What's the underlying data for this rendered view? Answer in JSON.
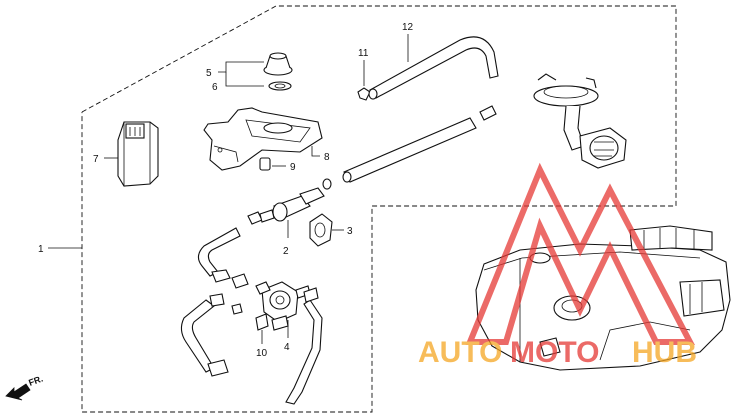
{
  "callouts": [
    {
      "id": "1",
      "label": "1"
    },
    {
      "id": "2",
      "label": "2"
    },
    {
      "id": "3",
      "label": "3"
    },
    {
      "id": "4",
      "label": "4"
    },
    {
      "id": "5",
      "label": "5"
    },
    {
      "id": "6",
      "label": "6"
    },
    {
      "id": "7",
      "label": "7"
    },
    {
      "id": "8",
      "label": "8"
    },
    {
      "id": "9",
      "label": "9"
    },
    {
      "id": "10",
      "label": "10"
    },
    {
      "id": "11",
      "label": "11"
    },
    {
      "id": "12",
      "label": "12"
    }
  ],
  "direction_label": "FR.",
  "watermark": {
    "part1": "AUTO",
    "part2": "MOTO",
    "part3": "HUB",
    "color_orange": "#f5a623",
    "color_red": "#e53935"
  }
}
